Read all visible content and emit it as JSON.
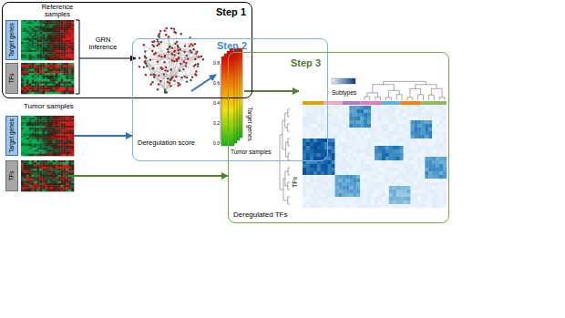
{
  "diagram": {
    "nodes": [
      {
        "text": [
          "Step 1"
        ]
      },
      {
        "text": [
          "Target genes"
        ],
        "in": 0
      },
      {
        "text": [
          "TFs"
        ],
        "in": 0
      },
      {
        "text": [
          "Step 2"
        ]
      },
      {
        "text": [
          "Step 3"
        ]
      },
      {
        "text": [
          "Target genes"
        ]
      },
      {
        "text": [
          "TFs"
        ]
      }
    ],
    "edges": [
      {
        "from": 5,
        "to": 3,
        "arrow": "to"
      },
      {
        "from": 6,
        "to": 4,
        "arrow": "to"
      }
    ],
    "labels": [
      "Reference samples",
      "GRN inference",
      "Tumor samples",
      "Deregulation score",
      "0.8",
      "0.6",
      "0.4",
      "0.2",
      "0.0",
      "Target genes",
      "Tumor samples",
      "Subtypes",
      "TFs",
      "Deregulated TFs"
    ]
  }
}
